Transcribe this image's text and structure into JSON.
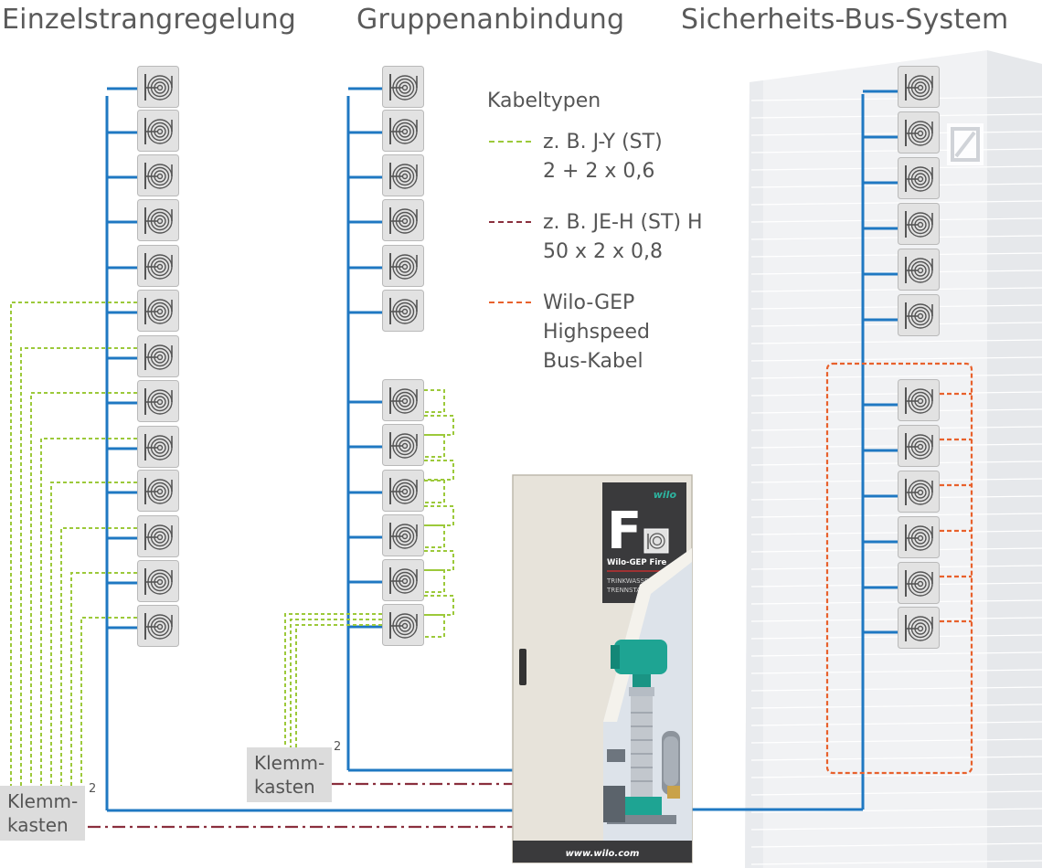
{
  "titles": {
    "einzel": "Einzelstrangregelung",
    "gruppe": "Gruppenanbindung",
    "sicherheit": "Sicherheits-Bus-System"
  },
  "legend": {
    "title": "Kabeltypen",
    "items": [
      {
        "line1": "z. B. J-Y (ST)",
        "line2": "2 + 2 x 0,6",
        "line3": "",
        "color": "#9cc93a",
        "style": "dotted"
      },
      {
        "line1": "z. B. JE-H (ST) H",
        "line2": "50 x 2 x 0,8",
        "line3": "",
        "color": "#8a2f3d",
        "style": "dash-dot"
      },
      {
        "line1": "Wilo-GEP",
        "line2": "Highspeed",
        "line3": "Bus-Kabel",
        "color": "#e8612c",
        "style": "dashed"
      }
    ]
  },
  "klemm_left": {
    "line1": "Klemm-",
    "line2": "kasten",
    "sup": "2"
  },
  "klemm_mid": {
    "line1": "Klemm-",
    "line2": "kasten",
    "sup": "2"
  },
  "cabinet": {
    "brand": "wilo",
    "letter": "F",
    "product": "Wilo-GEP Fire",
    "sub1": "TRINKWASSER",
    "sub2": "TRENNSTATI",
    "url": "www.wilo.com"
  },
  "colors": {
    "bus_blue": "#1f78c2",
    "green": "#9cc93a",
    "red": "#8a2f3d",
    "orange": "#e8612c"
  },
  "icons": {
    "valve": "hose-reel-icon",
    "bank_logo": "bank-logo-icon"
  }
}
